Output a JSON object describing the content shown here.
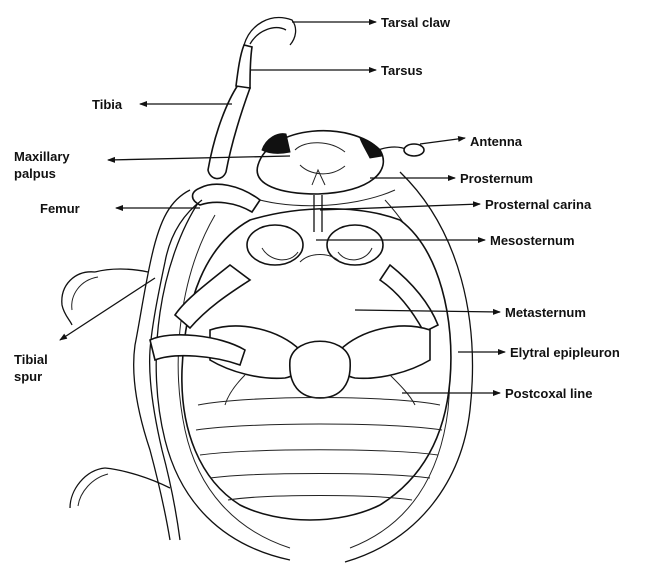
{
  "labels": {
    "tarsal_claw": "Tarsal claw",
    "tarsus": "Tarsus",
    "tibia": "Tibia",
    "antenna": "Antenna",
    "maxillary_palpus_1": "Maxillary",
    "maxillary_palpus_2": "palpus",
    "prosternum": "Prosternum",
    "femur": "Femur",
    "prosternal_carina": "Prosternal carina",
    "mesosternum": "Mesosternum",
    "metasternum": "Metasternum",
    "elytral_epipleuron": "Elytral epipleuron",
    "tibial_spur_1": "Tibial",
    "tibial_spur_2": "spur",
    "postcoxal_line": "Postcoxal line"
  },
  "colors": {
    "line": "#111111",
    "background": "#ffffff"
  }
}
